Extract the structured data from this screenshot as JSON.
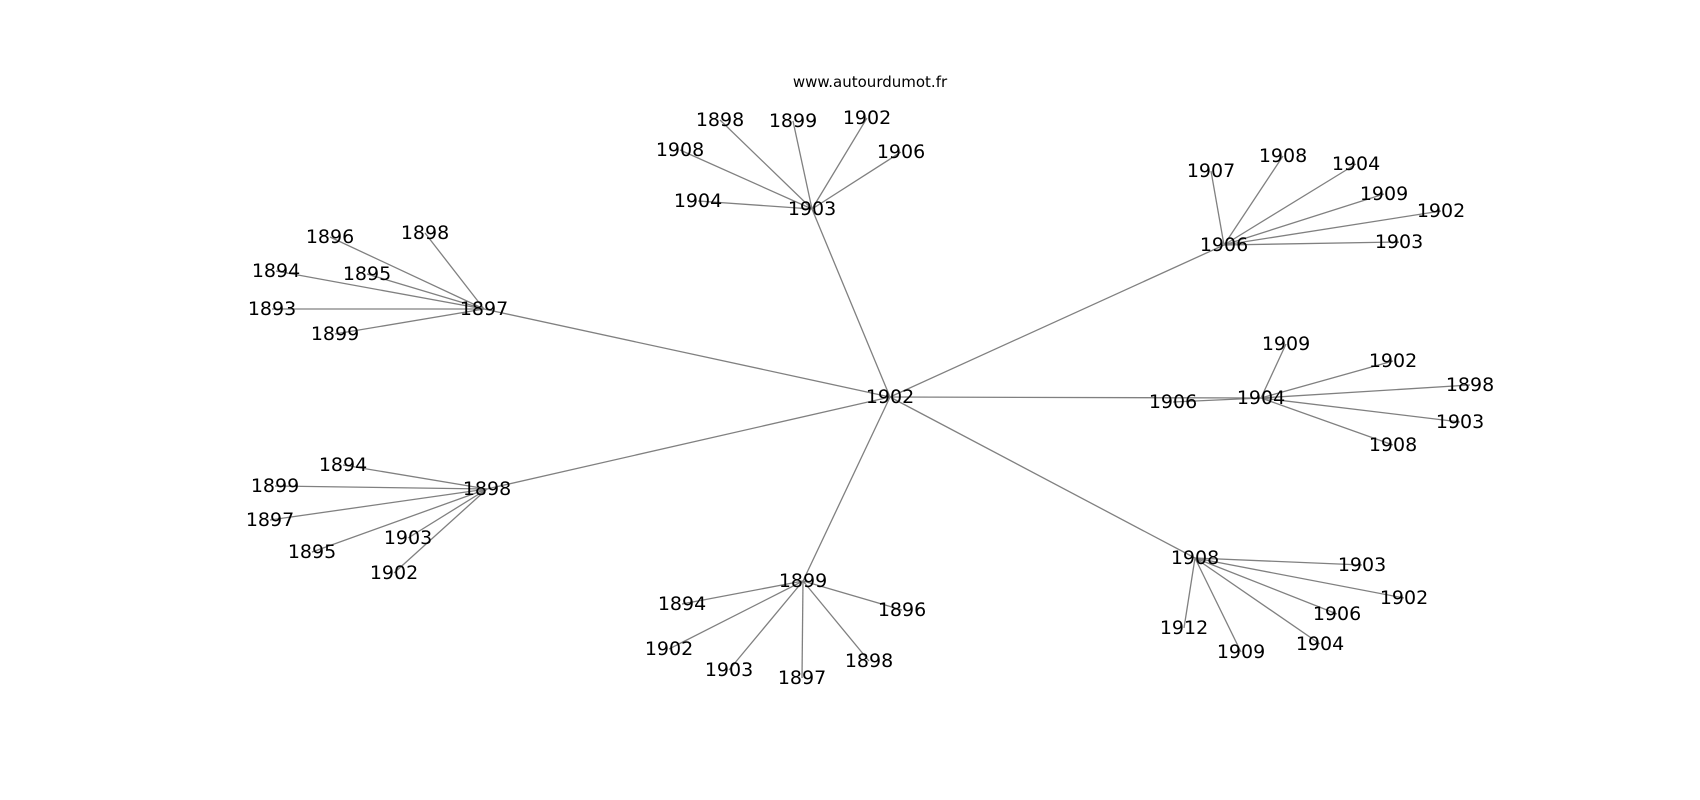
{
  "watermark": "www.autourdumot.fr",
  "colors": {
    "edge": "#808080",
    "text": "#000000",
    "background": "#ffffff"
  },
  "graph": {
    "center": "1902",
    "hubs": [
      {
        "label": "1897",
        "leaves": [
          "1896",
          "1898",
          "1894",
          "1895",
          "1893",
          "1899"
        ]
      },
      {
        "label": "1903",
        "leaves": [
          "1898",
          "1899",
          "1902",
          "1908",
          "1906",
          "1904"
        ]
      },
      {
        "label": "1906",
        "leaves": [
          "1907",
          "1908",
          "1904",
          "1909",
          "1902",
          "1903"
        ]
      },
      {
        "label": "1904",
        "leaves": [
          "1909",
          "1902",
          "1898",
          "1906",
          "1903",
          "1908"
        ]
      },
      {
        "label": "1908",
        "leaves": [
          "1903",
          "1902",
          "1906",
          "1904",
          "1909",
          "1912"
        ]
      },
      {
        "label": "1899",
        "leaves": [
          "1894",
          "1896",
          "1902",
          "1903",
          "1897",
          "1898"
        ]
      },
      {
        "label": "1898",
        "leaves": [
          "1894",
          "1899",
          "1897",
          "1903",
          "1895",
          "1902"
        ]
      }
    ]
  }
}
